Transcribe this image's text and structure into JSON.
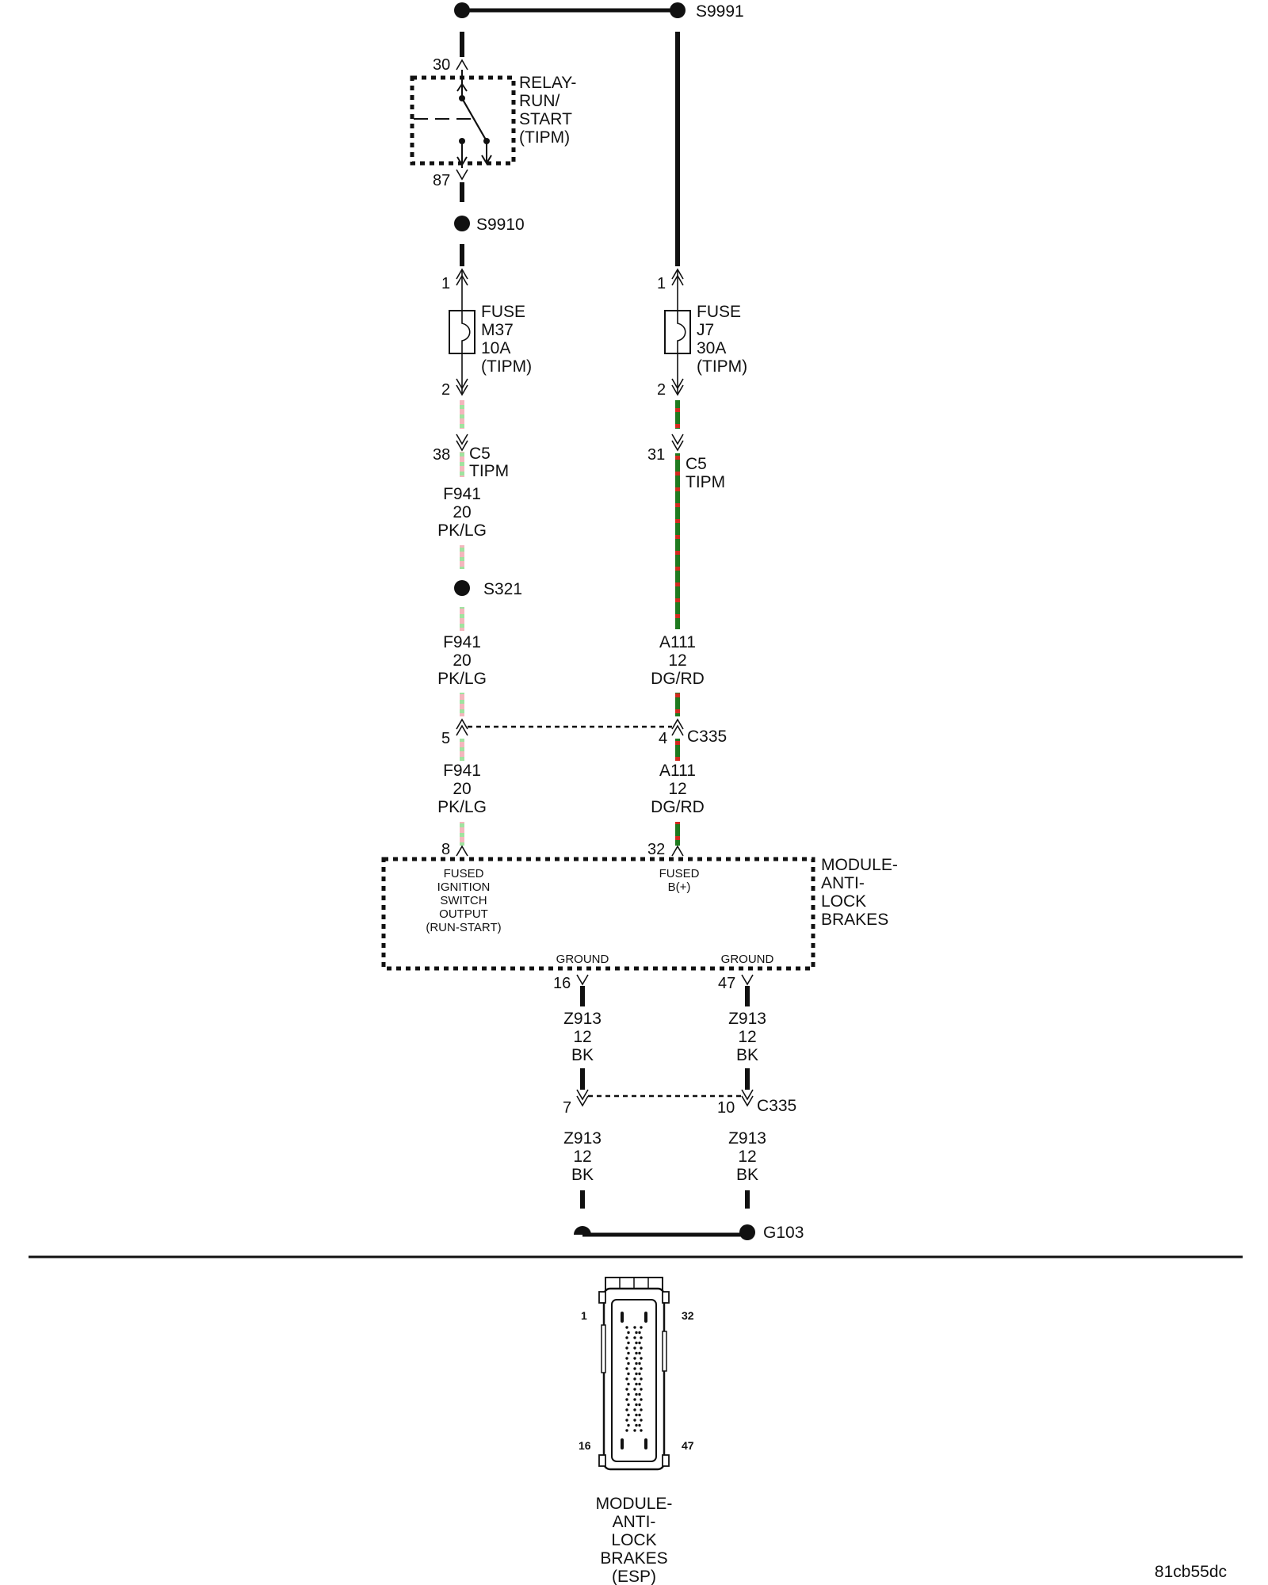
{
  "splices": {
    "s9991": "S9991",
    "s9910": "S9910",
    "s321": "S321",
    "g103": "G103"
  },
  "relay": {
    "label_lines": [
      "RELAY-",
      "RUN/",
      "START",
      "(TIPM)"
    ],
    "pin_in": "30",
    "pin_out": "87"
  },
  "fuse_m37": {
    "label_lines": [
      "FUSE",
      "M37",
      "10A",
      "(TIPM)"
    ],
    "pin_in": "1",
    "pin_out": "2"
  },
  "fuse_j7": {
    "label_lines": [
      "FUSE",
      "J7",
      "30A",
      "(TIPM)"
    ],
    "pin_in": "1",
    "pin_out": "2"
  },
  "c5_left": {
    "pin": "38",
    "label_lines": [
      "C5",
      "TIPM"
    ]
  },
  "c5_right": {
    "pin": "31",
    "label_lines": [
      "C5",
      "TIPM"
    ]
  },
  "wires": {
    "f941_a": [
      "F941",
      "20",
      "PK/LG"
    ],
    "f941_b": [
      "F941",
      "20",
      "PK/LG"
    ],
    "f941_c": [
      "F941",
      "20",
      "PK/LG"
    ],
    "a111_a": [
      "A111",
      "12",
      "DG/RD"
    ],
    "a111_b": [
      "A111",
      "12",
      "DG/RD"
    ],
    "z913_a": [
      "Z913",
      "12",
      "BK"
    ],
    "z913_b": [
      "Z913",
      "12",
      "BK"
    ],
    "z913_c": [
      "Z913",
      "12",
      "BK"
    ],
    "z913_d": [
      "Z913",
      "12",
      "BK"
    ]
  },
  "c335_upper": {
    "pin_left": "5",
    "pin_right": "4",
    "label": "C335"
  },
  "c335_lower": {
    "pin_left": "7",
    "pin_right": "10",
    "label": "C335"
  },
  "abs_module": {
    "label_lines": [
      "MODULE-",
      "ANTI-",
      "LOCK",
      "BRAKES"
    ],
    "pin_8": "8",
    "pin_32": "32",
    "pin_16": "16",
    "pin_47": "47",
    "func_8_lines": [
      "FUSED",
      "IGNITION",
      "SWITCH",
      "OUTPUT",
      "(RUN-START)"
    ],
    "func_32_lines": [
      "FUSED",
      "B(+)"
    ],
    "func_16": "GROUND",
    "func_47": "GROUND"
  },
  "connector_view": {
    "pin_tl": "1",
    "pin_tr": "32",
    "pin_bl": "16",
    "pin_br": "47",
    "label_lines": [
      "MODULE-",
      "ANTI-",
      "LOCK",
      "BRAKES",
      "(ESP)"
    ]
  },
  "figure_id": "81cb55dc",
  "colors": {
    "pk_lg_pink": "#f4b6bd",
    "pk_lg_green": "#9fe39f",
    "dg_rd_green": "#1f7a1f",
    "dg_rd_red": "#d42a1f",
    "bk": "#111111"
  }
}
